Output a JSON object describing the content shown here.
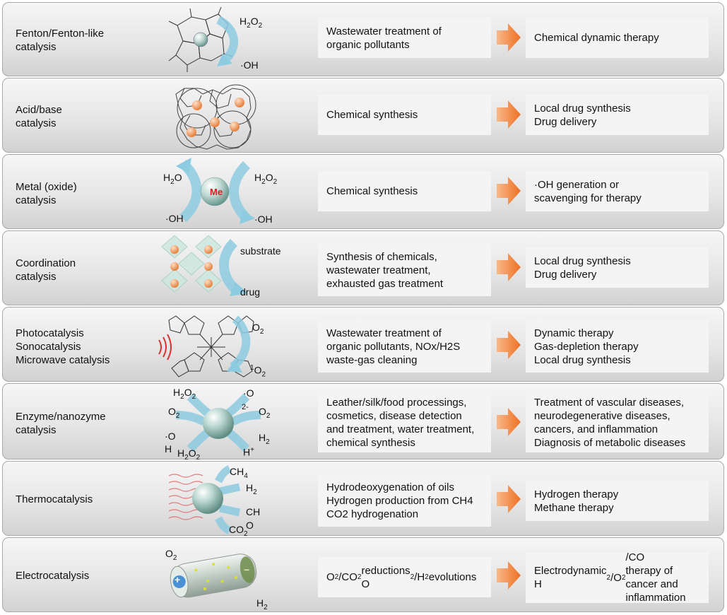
{
  "colors": {
    "arrow": "#f08030",
    "flow": "#8ccbe0",
    "sphere": "#8fb9ad",
    "dot": "#f2a36c"
  },
  "rows": [
    {
      "category": "Fenton/Fenton-like\ncatalysis",
      "application": "Wastewater treatment of\norganic pollutants",
      "medical": "Chemical dynamic therapy",
      "labels": {
        "a": "H2O2",
        "b": "·OH"
      }
    },
    {
      "category": "Acid/base\ncatalysis",
      "application": "Chemical synthesis",
      "medical": "Local drug synthesis\nDrug delivery"
    },
    {
      "category": "Metal (oxide)\ncatalysis",
      "application": "Chemical synthesis",
      "medical": "·OH generation or\nscavenging for therapy",
      "labels": {
        "metal": "Me",
        "h2o": "H2O",
        "h2o2": "H2O2",
        "oh_left": "·OH",
        "oh_right": "·OH"
      }
    },
    {
      "category": "Coordination\ncatalysis",
      "application": "Synthesis of chemicals,\nwastewater treatment,\nexhausted gas treatment",
      "medical": "Local drug synthesis\nDrug delivery",
      "labels": {
        "substrate": "substrate",
        "drug": "drug"
      }
    },
    {
      "category": "Photocatalysis\nSonocatalysis\nMicrowave catalysis",
      "application": "Wastewater treatment of\norganic pollutants, NOx/H2S\nwaste-gas cleaning",
      "medical": "Dynamic therapy\nGas-depletion therapy\nLocal drug synthesis",
      "labels": {
        "o2": "O2",
        "singlet": "1O2"
      }
    },
    {
      "category": "Enzyme/nanozyme\ncatalysis",
      "application": "Leather/silk/food processings,\ncosmetics, disease detection\nand treatment, water treatment,\nchemical synthesis",
      "medical": "Treatment of vascular diseases,\nneurodegenerative diseases,\ncancers, and inflammation\nDiagnosis of metabolic diseases",
      "labels": {
        "h2o2_top": "H2O2",
        "o_top": "·O",
        "two_minus": "2-",
        "o2_left": "O2",
        "o2_right": "O2",
        "o_h": "·O",
        "h": "H",
        "h2o2_bottom": "H2O2",
        "h2": "H2",
        "hplus": "H+"
      }
    },
    {
      "category": "Thermocatalysis",
      "application": "Hydrodeoxygenation of oils\nHydrogen production from CH4\nCO2 hydrogenation",
      "medical": "Hydrogen therapy\nMethane therapy",
      "labels": {
        "ch4": "CH4",
        "h2": "H2",
        "ch": "CH",
        "co2": "CO2",
        "o": "O"
      }
    },
    {
      "category": "Electrocatalysis",
      "application": "O2/CO2 reductions\nO2/H2 evolutions",
      "medical": "Electrodynamic H2/O2/CO\ntherapy of cancer and\ninflammation",
      "labels": {
        "o2": "O2",
        "h2": "H2",
        "plus": "+",
        "minus": "−"
      }
    }
  ]
}
